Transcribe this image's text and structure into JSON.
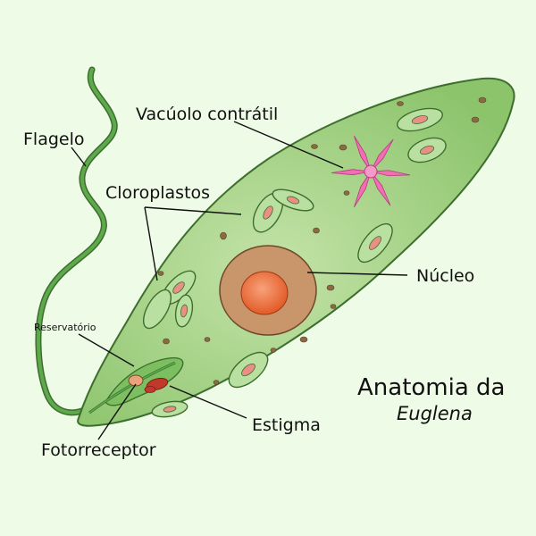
{
  "labels": {
    "flagelo": "Flagelo",
    "vacuolo": "Vacúolo contrátil",
    "cloroplastos": "Cloroplastos",
    "nucleo": "Núcleo",
    "reservatorio": "Reservatório",
    "fotorreceptor": "Fotorreceptor",
    "estigma": "Estigma"
  },
  "title": {
    "line1": "Anatomia da",
    "line2": "Euglena"
  },
  "colors": {
    "background": "#eefbe6",
    "body_fill": "#a9d48a",
    "body_outline": "#3d6e2e",
    "chloroplast": "#b9e0a0",
    "pyrenoid": "#e98f86",
    "nucleus_outer": "#c9956a",
    "nucleus_inner": "#e8632f",
    "vacuole": "#ef6fb2",
    "stigma": "#c0392b",
    "flagellum": "#3f8a35"
  }
}
